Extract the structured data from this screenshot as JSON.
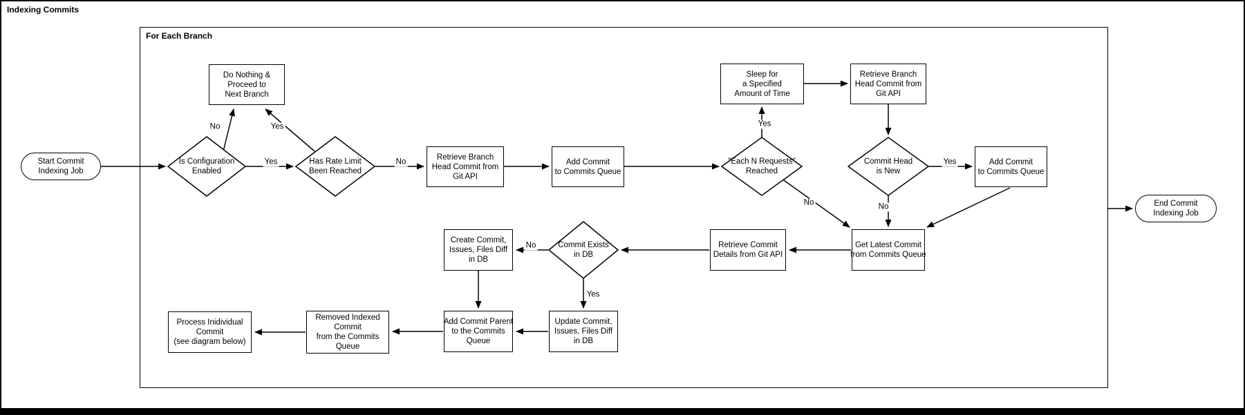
{
  "title": "Indexing Commits",
  "container_label": "For Each Branch",
  "colors": {
    "stroke": "#000000",
    "fill": "#ffffff",
    "text": "#000000"
  },
  "nodes": {
    "start": {
      "type": "terminal",
      "lines": [
        "Start Commit",
        "Indexing Job"
      ]
    },
    "is_config_enabled": {
      "type": "decision",
      "lines": [
        "Is Configuration",
        "Enabled"
      ]
    },
    "do_nothing": {
      "type": "process",
      "lines": [
        "Do Nothing &",
        "Proceed to",
        "Next Branch"
      ]
    },
    "has_rate_limit": {
      "type": "decision",
      "lines": [
        "Has Rate Limit",
        "Been Reached"
      ]
    },
    "retrieve_head_1": {
      "type": "process",
      "lines": [
        "Retrieve Branch",
        "Head Commit from",
        "Git API"
      ]
    },
    "add_commit_1": {
      "type": "process",
      "lines": [
        "Add Commit",
        "to Commits Queue"
      ]
    },
    "each_n_requests": {
      "type": "decision",
      "lines": [
        "\"Each N Requests\"",
        "Reached"
      ]
    },
    "sleep": {
      "type": "process",
      "lines": [
        "Sleep for",
        "a Specified",
        "Amount of Time"
      ]
    },
    "retrieve_head_2": {
      "type": "process",
      "lines": [
        "Retrieve Branch",
        "Head Commit from",
        "Git API"
      ]
    },
    "commit_head_new": {
      "type": "decision",
      "lines": [
        "Commit Head",
        "is New"
      ]
    },
    "add_commit_2": {
      "type": "process",
      "lines": [
        "Add Commit",
        "to Commits Queue"
      ]
    },
    "get_latest": {
      "type": "process",
      "lines": [
        "Get Latest Commit",
        "from Commits Queue"
      ]
    },
    "retrieve_details": {
      "type": "process",
      "lines": [
        "Retrieve Commit",
        "Details from Git API"
      ]
    },
    "commit_exists": {
      "type": "decision",
      "lines": [
        "Commit Exists",
        "in DB"
      ]
    },
    "create_db": {
      "type": "process",
      "lines": [
        "Create Commit,",
        "Issues, Files Diff",
        "in DB"
      ]
    },
    "update_db": {
      "type": "process",
      "lines": [
        "Update Commit,",
        "Issues, Files Diff",
        "in DB"
      ]
    },
    "add_parent": {
      "type": "process",
      "lines": [
        "Add Commit Parent",
        "to the Commits",
        "Queue"
      ]
    },
    "remove_indexed": {
      "type": "process",
      "lines": [
        "Removed Indexed",
        "Commit",
        "from the Commits",
        "Queue"
      ]
    },
    "process_individual": {
      "type": "process",
      "lines": [
        "Process Inidividual",
        "Commit",
        "(see diagram below)"
      ]
    },
    "end": {
      "type": "terminal",
      "lines": [
        "End Commit",
        "Indexing Job"
      ]
    }
  },
  "edge_labels": {
    "config_yes": "Yes",
    "config_no": "No",
    "rate_yes": "Yes",
    "rate_no": "No",
    "each_n_yes": "Yes",
    "each_n_no": "No",
    "head_new_yes": "Yes",
    "head_new_no": "No",
    "exists_yes": "Yes",
    "exists_no": "No"
  }
}
